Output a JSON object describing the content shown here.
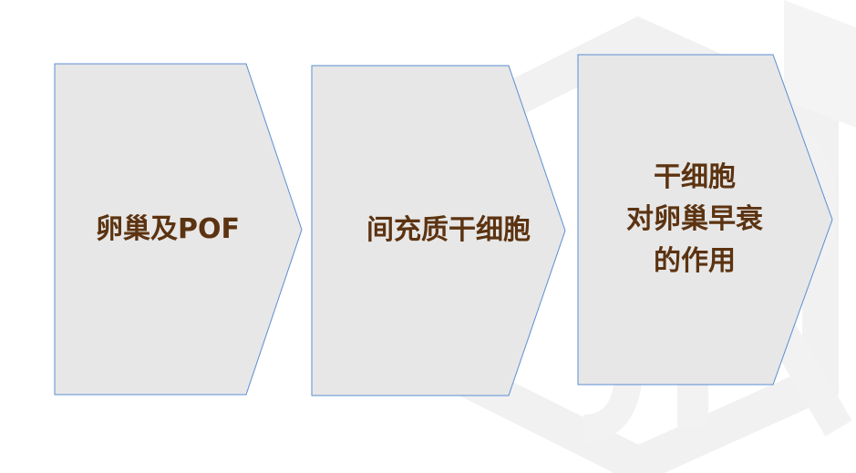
{
  "diagram": {
    "steps": [
      {
        "lines": [
          "卵巢及POF"
        ]
      },
      {
        "lines": [
          "间充质干细胞"
        ]
      },
      {
        "lines": [
          "干细胞",
          "对卵巢早衰",
          "的作用"
        ]
      }
    ]
  },
  "colors": {
    "fill": "#e7e7e7",
    "outline": "#5b8ed1",
    "text": "#5c3311",
    "watermark": "#f3f3f3"
  }
}
